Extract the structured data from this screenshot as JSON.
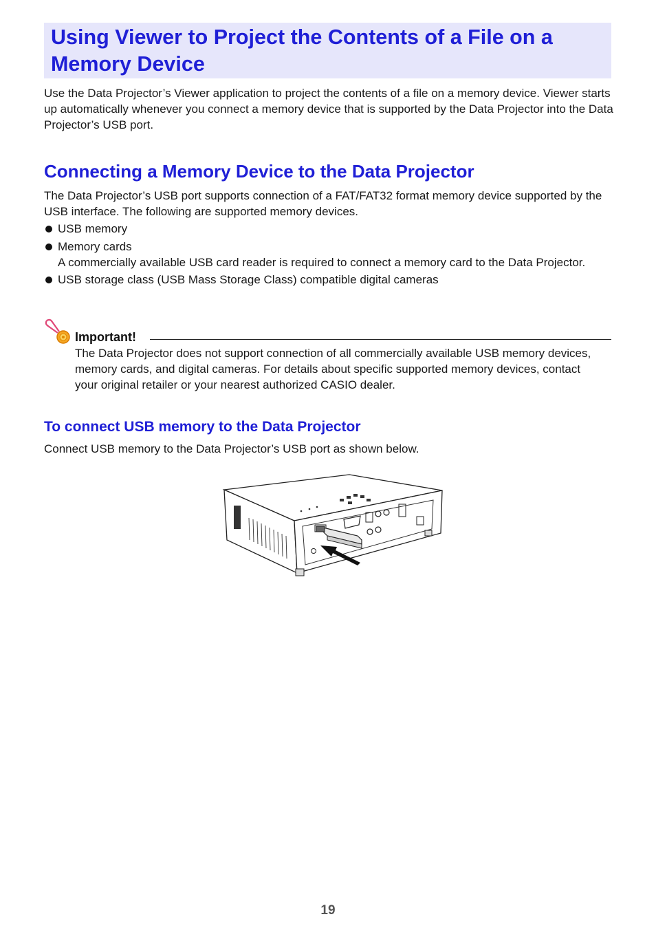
{
  "title": "Using Viewer to Project the Contents of a File on a Memory Device",
  "intro": "Use the Data Projector’s Viewer application to project the contents of a file on a memory device. Viewer starts up automatically whenever you connect a memory device that is supported by the Data Projector into the Data Projector’s USB port.",
  "section": {
    "heading": "Connecting a Memory Device to the Data Projector",
    "text": "The Data Projector’s USB port supports connection of a FAT/FAT32 format memory device supported by the USB interface. The following are supported memory devices.",
    "bullets": [
      {
        "label": "USB memory",
        "note": ""
      },
      {
        "label": "Memory cards",
        "note": "A commercially available USB card reader is required to connect a memory card to the Data Projector."
      },
      {
        "label": "USB storage class (USB Mass Storage Class) compatible digital cameras",
        "note": ""
      }
    ]
  },
  "important": {
    "label": "Important!",
    "text": "The Data Projector does not support connection of all commercially available USB memory devices, memory cards, and digital cameras. For details about specific supported memory devices, contact your original retailer or your nearest authorized CASIO dealer."
  },
  "procedure": {
    "heading": "To connect USB memory to the Data Projector",
    "text": "Connect USB memory to the Data Projector’s USB port as shown below."
  },
  "page_number": "19"
}
